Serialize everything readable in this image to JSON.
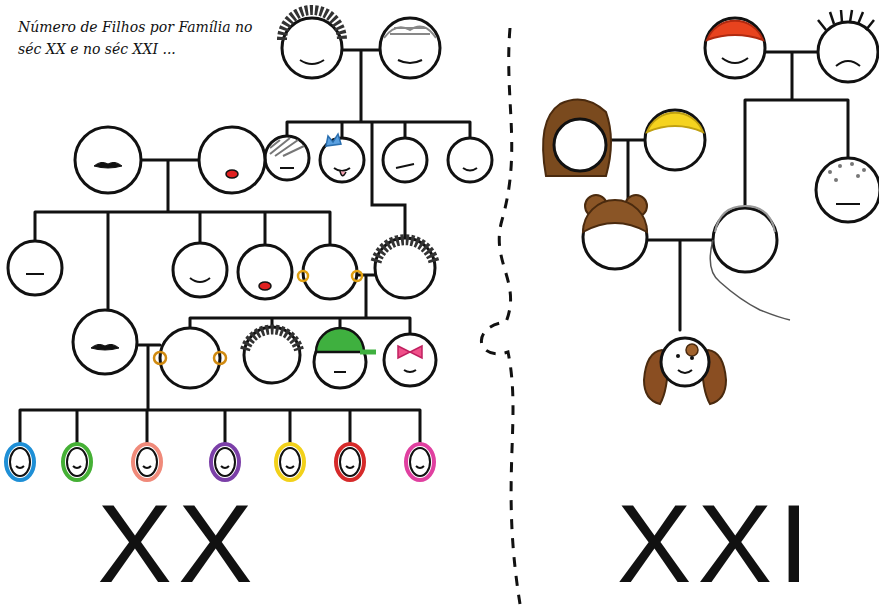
{
  "diagram": {
    "title": "Número de Filhos por Família no séc XX e no séc XXI ...",
    "labels": [
      "XX",
      "XXI"
    ]
  }
}
